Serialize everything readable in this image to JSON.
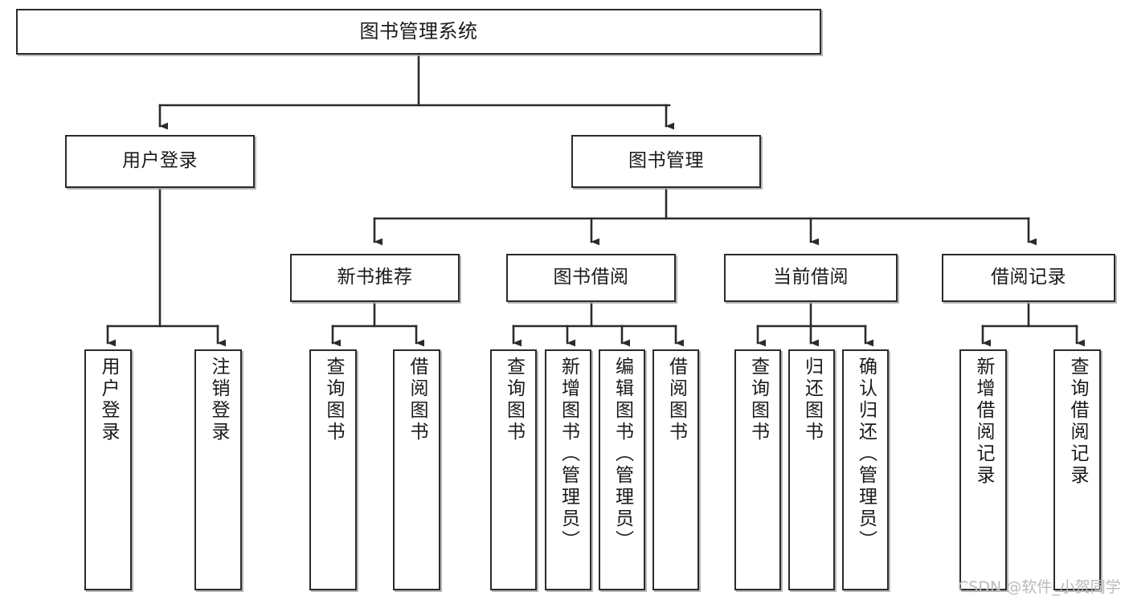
{
  "diagram": {
    "title": "图书管理系统",
    "type": "功能结构图",
    "watermark": "CSDN @软件_小贺同学",
    "colors": {
      "box_border": "#2b2b2b",
      "box_fill": "#ffffff",
      "connector": "#2b2b2b",
      "shadow": "#aaaaaa",
      "watermark": "#b9b9b9"
    },
    "root": {
      "label": "图书管理系统",
      "children": [
        {
          "label": "用户登录",
          "children": [
            {
              "label": "用户登录"
            },
            {
              "label": "注销登录"
            }
          ]
        },
        {
          "label": "图书管理",
          "children": [
            {
              "label": "新书推荐",
              "children": [
                {
                  "label": "查询图书"
                },
                {
                  "label": "借阅图书"
                }
              ]
            },
            {
              "label": "图书借阅",
              "children": [
                {
                  "label": "查询图书"
                },
                {
                  "label": "新增图书（管理员）"
                },
                {
                  "label": "编辑图书（管理员）"
                },
                {
                  "label": "借阅图书"
                }
              ]
            },
            {
              "label": "当前借阅",
              "children": [
                {
                  "label": "查询图书"
                },
                {
                  "label": "归还图书"
                },
                {
                  "label": "确认归还（管理员）"
                }
              ]
            },
            {
              "label": "借阅记录",
              "children": [
                {
                  "label": "新增借阅记录"
                },
                {
                  "label": "查询借阅记录"
                }
              ]
            }
          ]
        }
      ]
    }
  }
}
